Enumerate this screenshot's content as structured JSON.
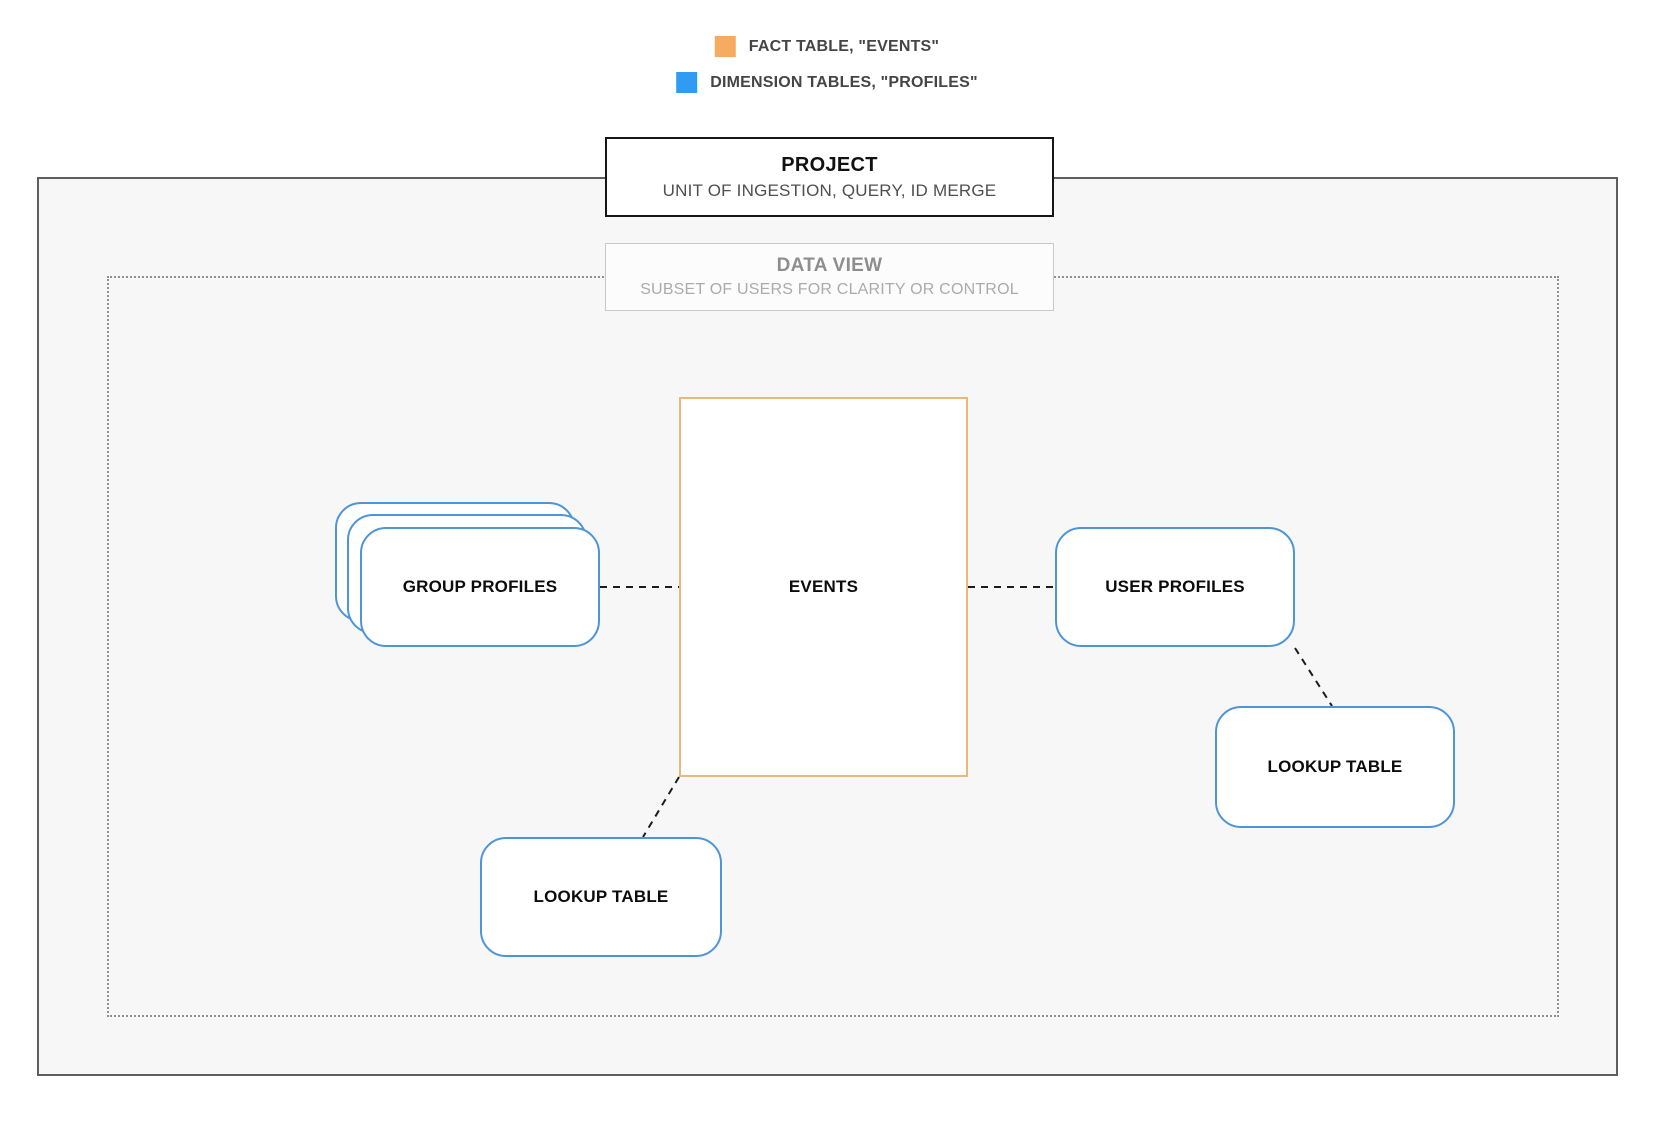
{
  "legend": {
    "items": [
      {
        "name": "fact-table",
        "label": "FACT TABLE, \"EVENTS\"",
        "color": "#F6AC60"
      },
      {
        "name": "dimension-tables",
        "label": "DIMENSION TABLES, \"PROFILES\"",
        "color": "#2F9BF2"
      }
    ]
  },
  "project": {
    "title": "PROJECT",
    "subtitle": "UNIT OF INGESTION, QUERY, ID MERGE"
  },
  "data_view": {
    "title": "DATA VIEW",
    "subtitle": "SUBSET OF USERS FOR CLARITY OR CONTROL"
  },
  "nodes": {
    "events": {
      "label": "EVENTS",
      "type": "fact"
    },
    "group_profiles": {
      "label": "GROUP PROFILES",
      "type": "dimension",
      "stacked": true
    },
    "user_profiles": {
      "label": "USER PROFILES",
      "type": "dimension"
    },
    "lookup_table_left": {
      "label": "LOOKUP TABLE",
      "type": "dimension"
    },
    "lookup_table_right": {
      "label": "LOOKUP TABLE",
      "type": "dimension"
    }
  },
  "edges": [
    {
      "from": "group_profiles",
      "to": "events",
      "style": "dashed"
    },
    {
      "from": "events",
      "to": "user_profiles",
      "style": "dashed"
    },
    {
      "from": "events",
      "to": "lookup_table_left",
      "style": "dashed"
    },
    {
      "from": "user_profiles",
      "to": "lookup_table_right",
      "style": "dashed"
    }
  ],
  "colors": {
    "fact": "#F6AC60",
    "dimension": "#2F9BF2",
    "fact-border": "#E7BA7C",
    "dimension-border": "#4E95D8"
  }
}
